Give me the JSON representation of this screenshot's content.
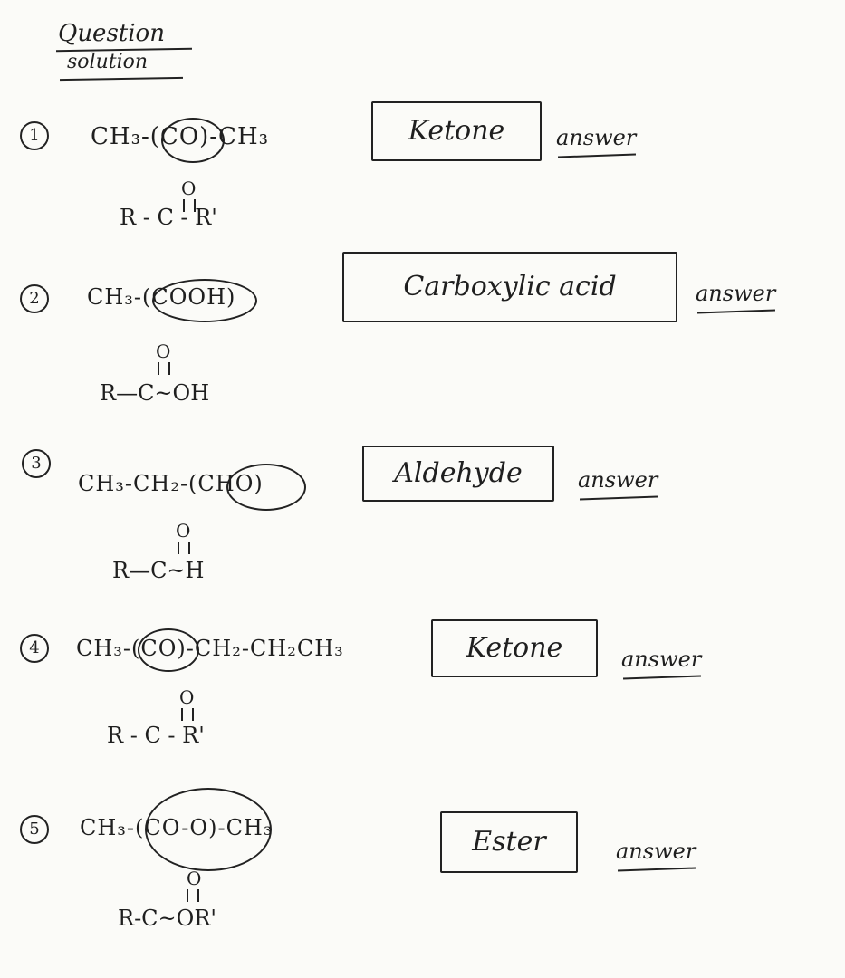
{
  "header": {
    "question_label": "Question",
    "solution_label": "solution"
  },
  "problems": [
    {
      "number": "1",
      "formula": "CH₃-(CO)-CH₃",
      "generic": "R - C - R'",
      "oxygen": "O",
      "answer": "Ketone",
      "answer_word": "answer"
    },
    {
      "number": "2",
      "formula": "CH₃-(COOH)",
      "generic": "R—C~OH",
      "oxygen": "O",
      "answer": "Carboxylic acid",
      "answer_word": "answer"
    },
    {
      "number": "3",
      "formula": "CH₃-CH₂-(CHO)",
      "generic": "R—C~H",
      "oxygen": "O",
      "answer": "Aldehyde",
      "answer_word": "answer"
    },
    {
      "number": "4",
      "formula": "CH₃-(CO)-CH₂-CH₂CH₃",
      "generic": "R - C - R'",
      "oxygen": "O",
      "answer": "Ketone",
      "answer_word": "answer"
    },
    {
      "number": "5",
      "formula": "CH₃-(CO-O)-CH₃",
      "generic": "R-C~OR'",
      "oxygen": "O",
      "answer": "Ester",
      "answer_word": "answer"
    }
  ]
}
